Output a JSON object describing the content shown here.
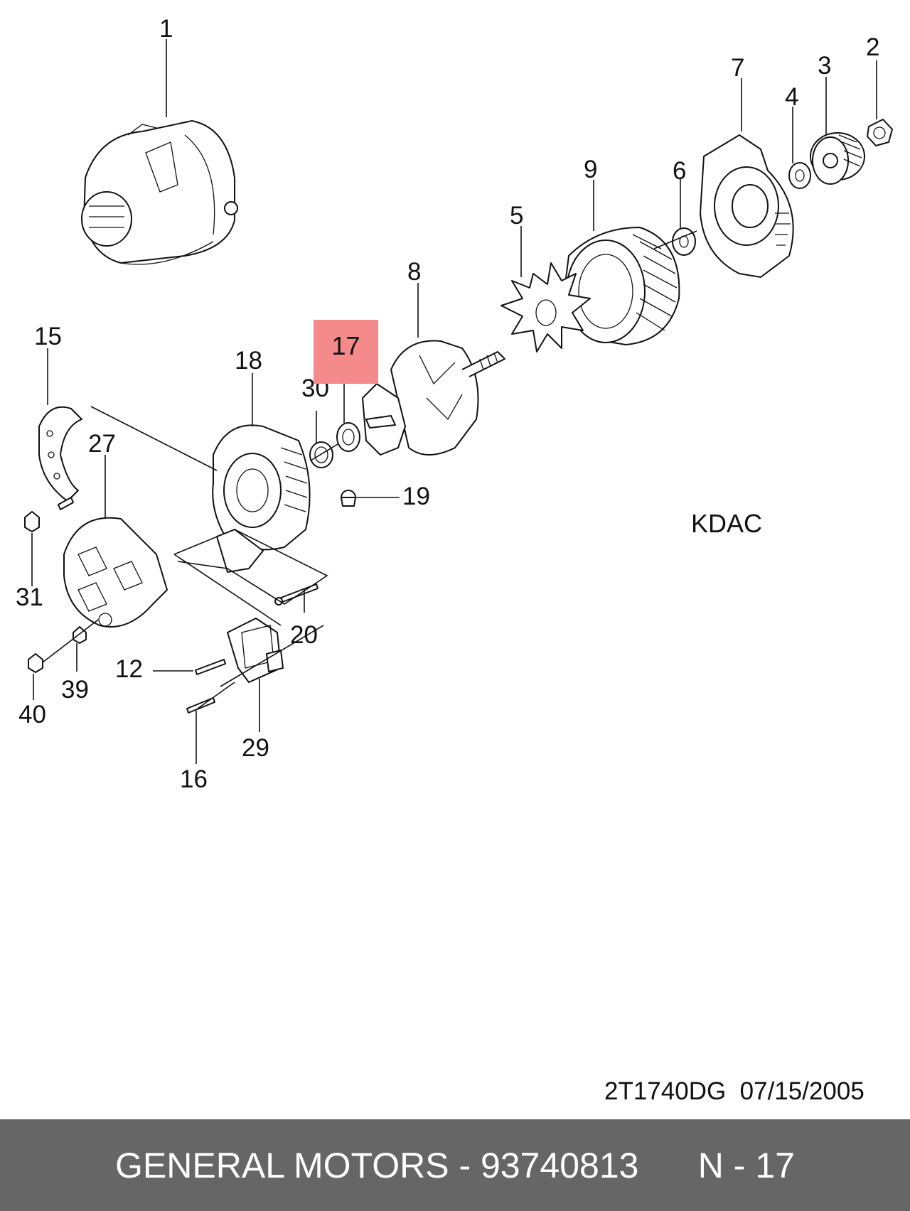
{
  "diagram": {
    "callouts": [
      "1",
      "2",
      "3",
      "4",
      "5",
      "6",
      "7",
      "8",
      "9",
      "15",
      "18",
      "30",
      "27",
      "19",
      "31",
      "20",
      "12",
      "39",
      "40",
      "29",
      "16"
    ],
    "highlighted_part": "17",
    "variant_label": "KDAC",
    "reference": "2T1740DG  07/15/2005"
  },
  "footer": {
    "text": "GENERAL MOTORS - 93740813      N - 17"
  },
  "colors": {
    "highlight": "#f48a8a",
    "footer_bg": "#666666",
    "footer_text": "#ffffff"
  }
}
